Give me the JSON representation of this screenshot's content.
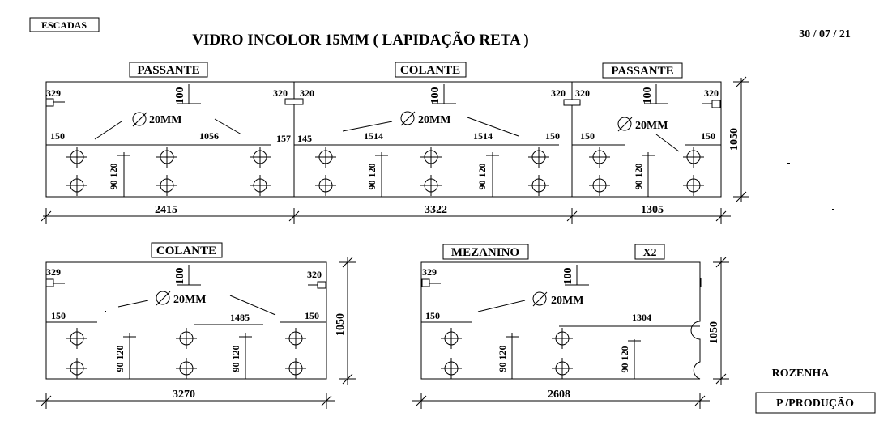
{
  "header": {
    "tag": "ESCADAS",
    "title": "VIDRO INCOLOR 15MM ( LAPIDAÇÃO RETA )",
    "date": "30 / 07 / 21"
  },
  "panels": {
    "p1": {
      "label": "PASSANTE",
      "slot_left": "329",
      "slot_right": "320",
      "offset": "100",
      "hole": "20MM",
      "edge_left": "150",
      "edge_right": "157",
      "spacing": "1056",
      "vert": "90 120",
      "width": "2415"
    },
    "p2": {
      "label": "COLANTE",
      "slot_left": "320",
      "slot_right": "320",
      "offset": "100",
      "hole": "20MM",
      "edge_left": "145",
      "edge_right": "150",
      "spacing_a": "1514",
      "spacing_b": "1514",
      "vert_a": "90 120",
      "vert_b": "90 120",
      "width": "3322"
    },
    "p3": {
      "label": "PASSANTE",
      "slot_left": "320",
      "slot_right": "320",
      "offset": "100",
      "hole": "20MM",
      "edge_left": "150",
      "edge_right": "150",
      "vert": "90 120",
      "width": "1305",
      "height": "1050"
    },
    "p4": {
      "label": "COLANTE",
      "slot_left": "329",
      "slot_right": "320",
      "offset": "100",
      "hole": "20MM",
      "edge_left": "150",
      "edge_right": "150",
      "spacing": "1485",
      "vert_a": "90 120",
      "vert_b": "90 120",
      "width": "3270",
      "height": "1050"
    },
    "p5": {
      "label": "MEZANINO",
      "qty": "X2",
      "slot_left": "329",
      "offset": "100",
      "hole": "20MM",
      "edge_left": "150",
      "spacing": "1304",
      "vert_a": "90 120",
      "vert_b": "90 120",
      "width": "2608",
      "height": "1050"
    }
  },
  "footer": {
    "client": "ROZENHA",
    "status": "P /PRODUÇÃO"
  }
}
